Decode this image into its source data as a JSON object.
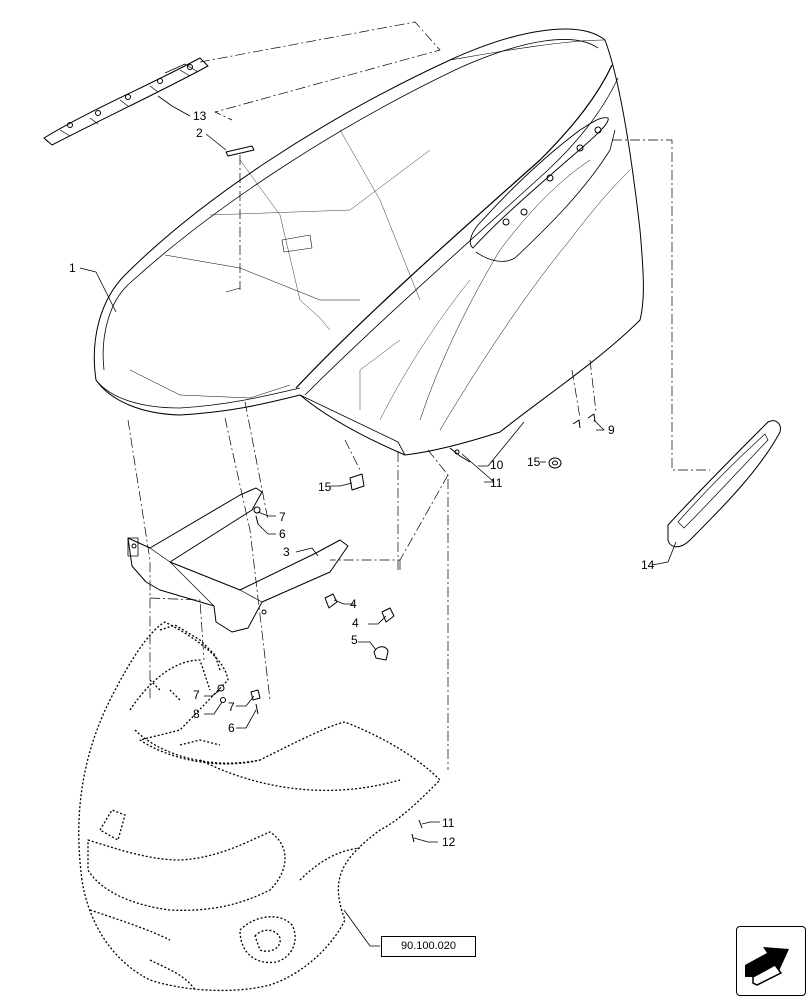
{
  "callouts": {
    "c1": "1",
    "c2": "2",
    "c3": "3",
    "c4a": "4",
    "c4b": "4",
    "c5": "5",
    "c6a": "6",
    "c6b": "6",
    "c7a": "7",
    "c7b": "7",
    "c7c": "7",
    "c8": "8",
    "c9": "9",
    "c10": "10",
    "c11a": "11",
    "c11b": "11",
    "c12": "12",
    "c13": "13",
    "c14": "14",
    "c15a": "15",
    "c15b": "15"
  },
  "reference": {
    "label": "90.100.020"
  },
  "nav": {
    "icon": "next-page-arrow-icon"
  }
}
